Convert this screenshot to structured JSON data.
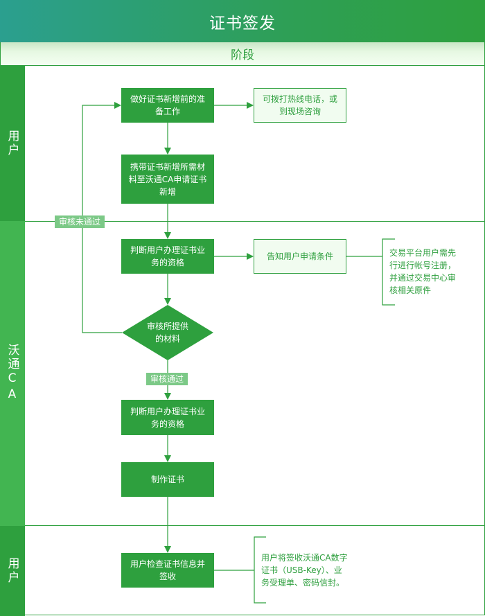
{
  "header": {
    "title": "证书签发"
  },
  "phase_bar": {
    "label": "阶段"
  },
  "lanes": [
    {
      "label": "用户"
    },
    {
      "label": "沃通CA"
    },
    {
      "label": "用户"
    }
  ],
  "nodes": {
    "prepare": "做好证书新增前的准备工作",
    "hotline": "可拨打热线电话，或到现场咨询",
    "bring_materials": "携带证书新增所需材料至沃通CA申请证书新增",
    "judge_qualification_1": "判断用户办理证书业务的资格",
    "inform_conditions": "告知用户申请条件",
    "review_materials": "审核所提供的材料",
    "judge_qualification_2": "判断用户办理证书业务的资格",
    "make_certificate": "制作证书",
    "check_sign": "用户检查证书信息并签收"
  },
  "edge_labels": {
    "rejected": "审核未通过",
    "approved": "审核通过"
  },
  "notes": {
    "platform_user": "交易平台用户需先行进行帐号注册，并通过交易中心审核相关原件",
    "sign_receipt": "用户将签收沃通CA数字证书（USB-Key）、业务受理单、密码信封。"
  },
  "colors": {
    "primary": "#2ea03e",
    "lane_ca": "#42b551",
    "edge_label_bg": "#7cc987",
    "outline_fill": "#f1fcf0",
    "title_gradient_start": "#2b9f8f"
  }
}
